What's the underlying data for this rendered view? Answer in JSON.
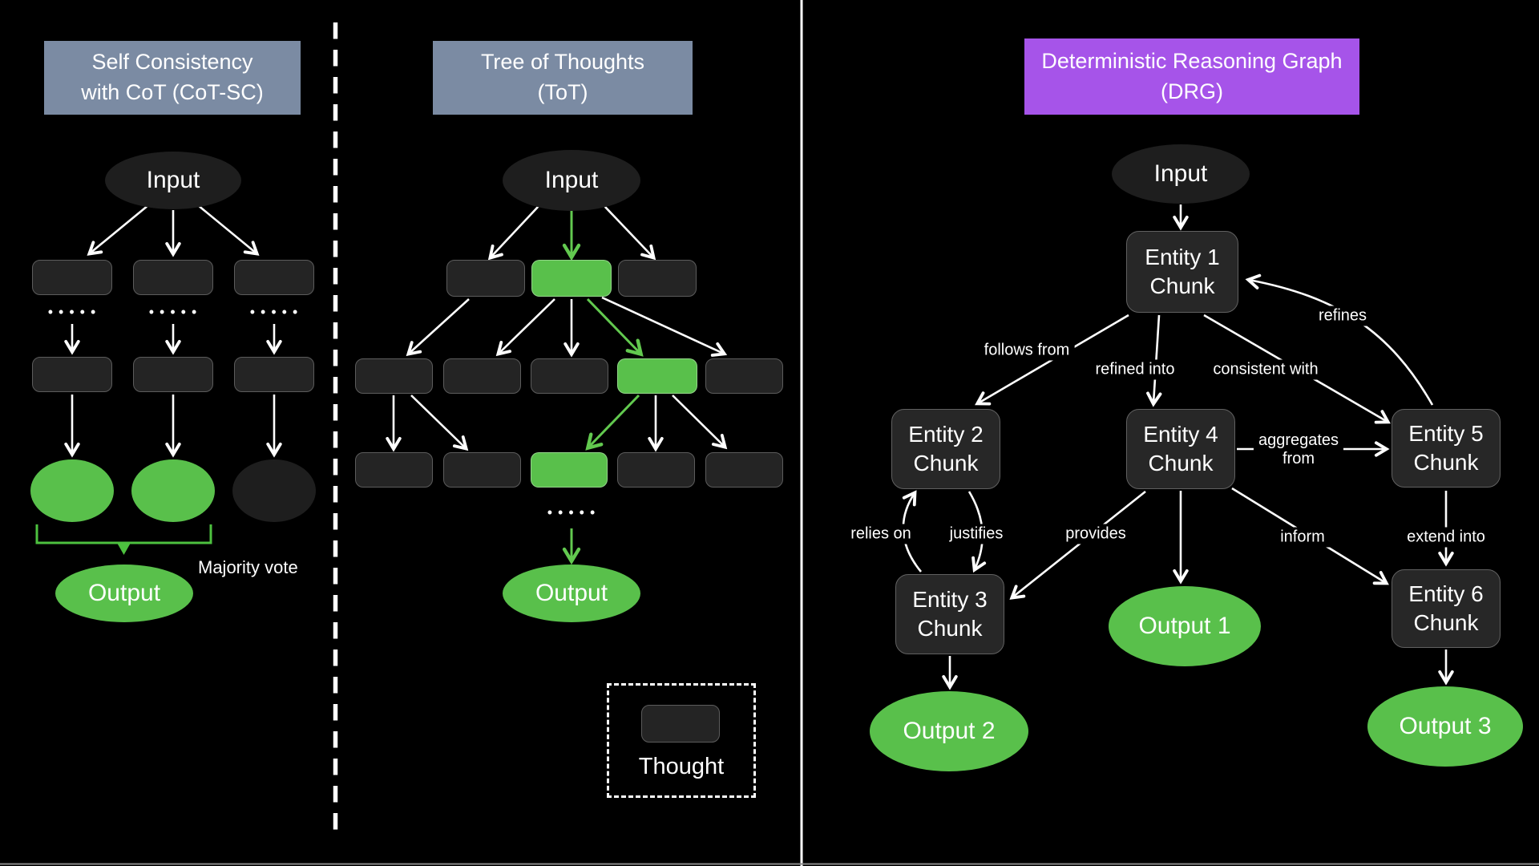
{
  "colors": {
    "background": "#000000",
    "panel_header_slate": "#7b8ba3",
    "drg_header_purple": "#a654e9",
    "node_dark": "#272727",
    "node_green": "#59c04b",
    "green_arrow": "#62c94f",
    "text": "#ffffff"
  },
  "panels": {
    "cot_sc": {
      "title_line1": "Self Consistency",
      "title_line2": "with CoT (CoT-SC)",
      "input_label": "Input",
      "dots": "• • • • •",
      "majority_vote_label": "Majority vote",
      "output_label": "Output"
    },
    "tot": {
      "title_line1": "Tree of Thoughts",
      "title_line2": "(ToT)",
      "input_label": "Input",
      "dots": "• • • • •",
      "output_label": "Output",
      "legend_label": "Thought"
    },
    "drg": {
      "title_line1": "Deterministic Reasoning Graph",
      "title_line2": "(DRG)",
      "input_label": "Input",
      "nodes": {
        "entity1_line1": "Entity 1",
        "entity1_line2": "Chunk",
        "entity2_line1": "Entity 2",
        "entity2_line2": "Chunk",
        "entity3_line1": "Entity 3",
        "entity3_line2": "Chunk",
        "entity4_line1": "Entity 4",
        "entity4_line2": "Chunk",
        "entity5_line1": "Entity 5",
        "entity5_line2": "Chunk",
        "entity6_line1": "Entity 6",
        "entity6_line2": "Chunk",
        "output1": "Output 1",
        "output2": "Output 2",
        "output3": "Output 3"
      },
      "edges": {
        "follows_from": "follows from",
        "refined_into": "refined into",
        "consistent_with": "consistent with",
        "refines": "refines",
        "aggregates_line1": "aggregates",
        "aggregates_line2": "from",
        "relies_on": "relies on",
        "justifies": "justifies",
        "provides": "provides",
        "inform": "inform",
        "extend_into": "extend into"
      }
    }
  }
}
